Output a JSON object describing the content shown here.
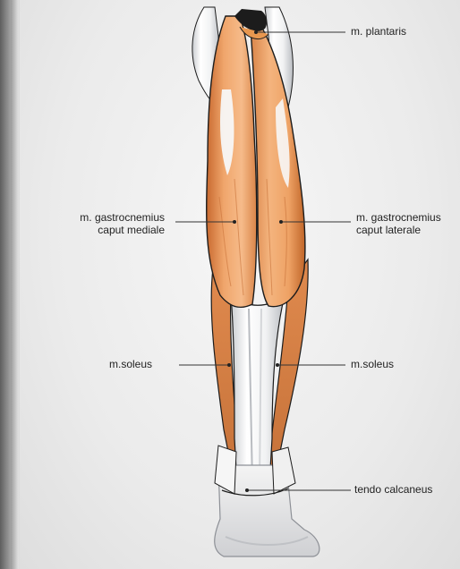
{
  "labels": {
    "plantaris": "m. plantaris",
    "gastro_medial_line1": "m. gastrocnemius",
    "gastro_medial_line2": "caput mediale",
    "gastro_lateral_line1": "m. gastrocnemius",
    "gastro_lateral_line2": "caput laterale",
    "soleus_left": "m.soleus",
    "soleus_right": "m.soleus",
    "tendo": "tendo calcaneus"
  },
  "colors": {
    "muscle_light": "#f2b07a",
    "muscle_mid": "#e08a4e",
    "muscle_dark": "#b5602b",
    "tendon": "#f4f4f4",
    "tendon_shade": "#cfd2d6",
    "outline": "#1c1c1c"
  }
}
